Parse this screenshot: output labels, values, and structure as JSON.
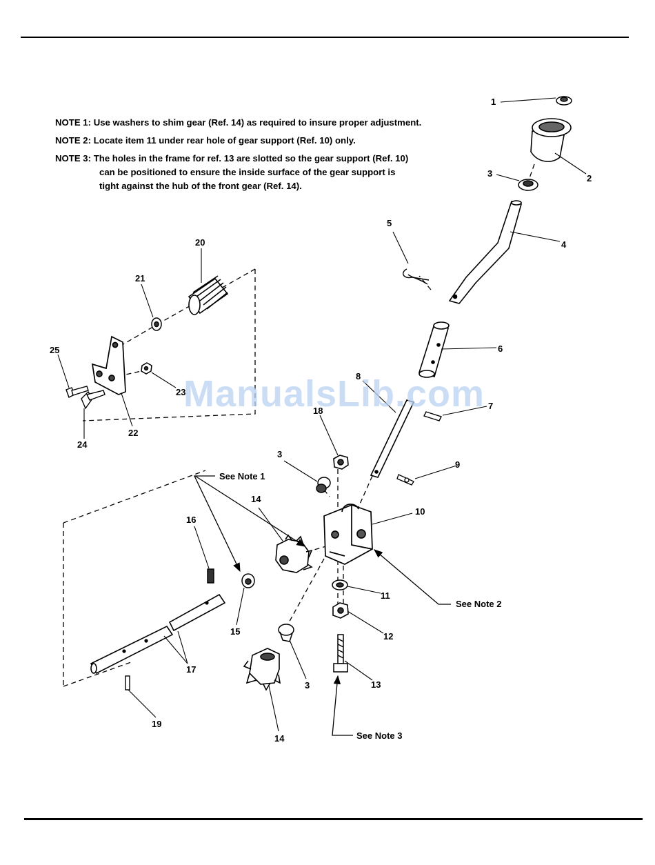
{
  "notes": [
    {
      "label": "NOTE 1:",
      "lines": [
        "Use washers to shim gear (Ref. 14) as required to insure proper adjustment."
      ]
    },
    {
      "label": "NOTE 2:",
      "lines": [
        "Locate item 11 under rear hole of gear support (Ref. 10) only."
      ]
    },
    {
      "label": "NOTE 3:",
      "lines": [
        "The holes in the frame for ref. 13 are slotted so the gear support (Ref. 10)",
        "can be positioned to ensure the inside surface of the gear support is",
        "tight against  the hub of the front gear (Ref. 14)."
      ]
    }
  ],
  "callouts": {
    "c1": "1",
    "c2": "2",
    "c3a": "3",
    "c4": "4",
    "c5": "5",
    "c6": "6",
    "c7": "7",
    "c8": "8",
    "c9": "9",
    "c10": "10",
    "c11": "11",
    "c12": "12",
    "c13": "13",
    "c14a": "14",
    "c14b": "14",
    "c15": "15",
    "c16": "16",
    "c17": "17",
    "c18": "18",
    "c19": "19",
    "c20": "20",
    "c21": "21",
    "c22": "22",
    "c23": "23",
    "c24": "24",
    "c25": "25",
    "c3b": "3",
    "c3c": "3"
  },
  "see_notes": {
    "note1": "See Note 1",
    "note2": "See Note 2",
    "note3": "See Note 3"
  },
  "watermark": "ManualsLib.com"
}
